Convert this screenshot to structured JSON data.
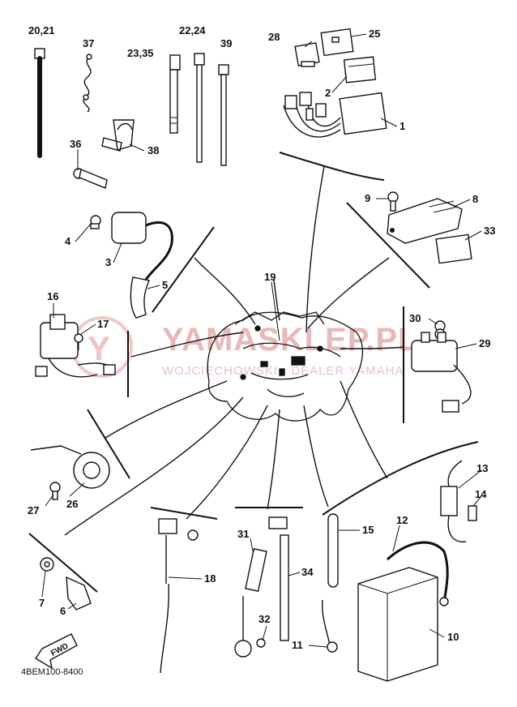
{
  "watermark": {
    "brand": "YAMASKLEP.PL",
    "subtitle": "WOJCIECHOWSKI - DEALER YAMAHA"
  },
  "diagram_code": "4BEM100-8400",
  "fwd_label": "FWD",
  "callouts": [
    "20,21",
    "37",
    "23,35",
    "22,24",
    "39",
    "28",
    "25",
    "2",
    "1",
    "36",
    "38",
    "9",
    "8",
    "33",
    "4",
    "3",
    "5",
    "19",
    "16",
    "17",
    "30",
    "29",
    "26",
    "27",
    "13",
    "14",
    "12",
    "15",
    "31",
    "34",
    "18",
    "7",
    "6",
    "32",
    "11",
    "10"
  ]
}
